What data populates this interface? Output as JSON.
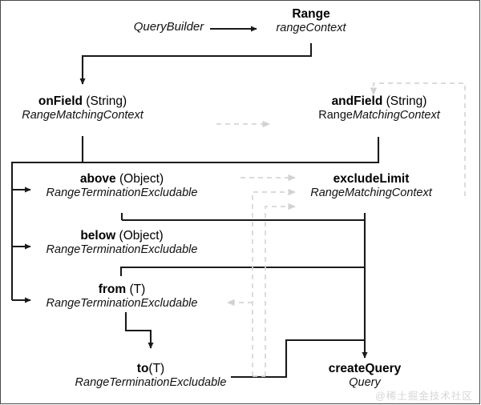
{
  "diagram": {
    "title": "Range query builder fluent API flow",
    "type": "flow-diagram",
    "colors": {
      "solid_edge": "#1a1a1a",
      "dashed_edge": "#d0d0d0",
      "text": "#000000",
      "background": "#ffffff",
      "watermark": "#d6d6d6"
    },
    "nodes": [
      {
        "id": "querybuilder",
        "kind": "caller",
        "label": "QueryBuilder"
      },
      {
        "id": "range",
        "kind": "method",
        "method": "Range",
        "params": "",
        "returns": "rangeContext",
        "returns_plain": ""
      },
      {
        "id": "onfield",
        "kind": "method",
        "method": "onField",
        "params": " (String)",
        "returns": "RangeMatchingContext",
        "returns_plain": ""
      },
      {
        "id": "andfield",
        "kind": "method",
        "method": "andField",
        "params": " (String)",
        "returns": "MatchingContext",
        "returns_plain": "Range"
      },
      {
        "id": "above",
        "kind": "method",
        "method": "above",
        "params": " (Object)",
        "returns": "RangeTerminationExcludable",
        "returns_plain": ""
      },
      {
        "id": "excludelimit",
        "kind": "method",
        "method": "excludeLimit",
        "params": "",
        "returns": "RangeMatchingContext",
        "returns_plain": ""
      },
      {
        "id": "below",
        "kind": "method",
        "method": "below",
        "params": " (Object)",
        "returns": "RangeTerminationExcludable",
        "returns_plain": ""
      },
      {
        "id": "from",
        "kind": "method",
        "method": "from",
        "params": " (T)",
        "returns": "RangeTerminationExcludable",
        "returns_plain": ""
      },
      {
        "id": "to",
        "kind": "method",
        "method": "to",
        "params": "(T)",
        "returns": "RangeTerminationExcludable",
        "returns_plain": ""
      },
      {
        "id": "createquery",
        "kind": "method",
        "method": "createQuery",
        "params": "",
        "returns": "Query",
        "returns_plain": ""
      }
    ],
    "edges": [
      {
        "from": "querybuilder",
        "to": "range",
        "style": "solid"
      },
      {
        "from": "range",
        "to": "onfield",
        "style": "solid"
      },
      {
        "from": "onfield",
        "to": "above",
        "style": "solid"
      },
      {
        "from": "onfield",
        "to": "below",
        "style": "solid"
      },
      {
        "from": "onfield",
        "to": "from",
        "style": "solid"
      },
      {
        "from": "onfield",
        "to": "andfield",
        "style": "solid"
      },
      {
        "from": "above",
        "to": "excludelimit",
        "style": "solid"
      },
      {
        "from": "below",
        "to": "excludelimit",
        "style": "solid"
      },
      {
        "from": "from",
        "to": "to",
        "style": "solid"
      },
      {
        "from": "to",
        "to": "createquery",
        "style": "solid"
      },
      {
        "from": "excludelimit",
        "to": "createquery",
        "style": "solid"
      },
      {
        "from": "excludelimit",
        "to": "andfield",
        "style": "dashed"
      },
      {
        "from": "to",
        "to": "andfield",
        "style": "dashed"
      },
      {
        "from": "to",
        "to": "excludelimit",
        "style": "dashed"
      },
      {
        "from": "onfield",
        "to": "excludelimit",
        "style": "dashed"
      },
      {
        "from": "excludelimit",
        "to": "from",
        "style": "dashed"
      }
    ]
  },
  "watermark": {
    "text": "@稀土掘金技术社区"
  }
}
